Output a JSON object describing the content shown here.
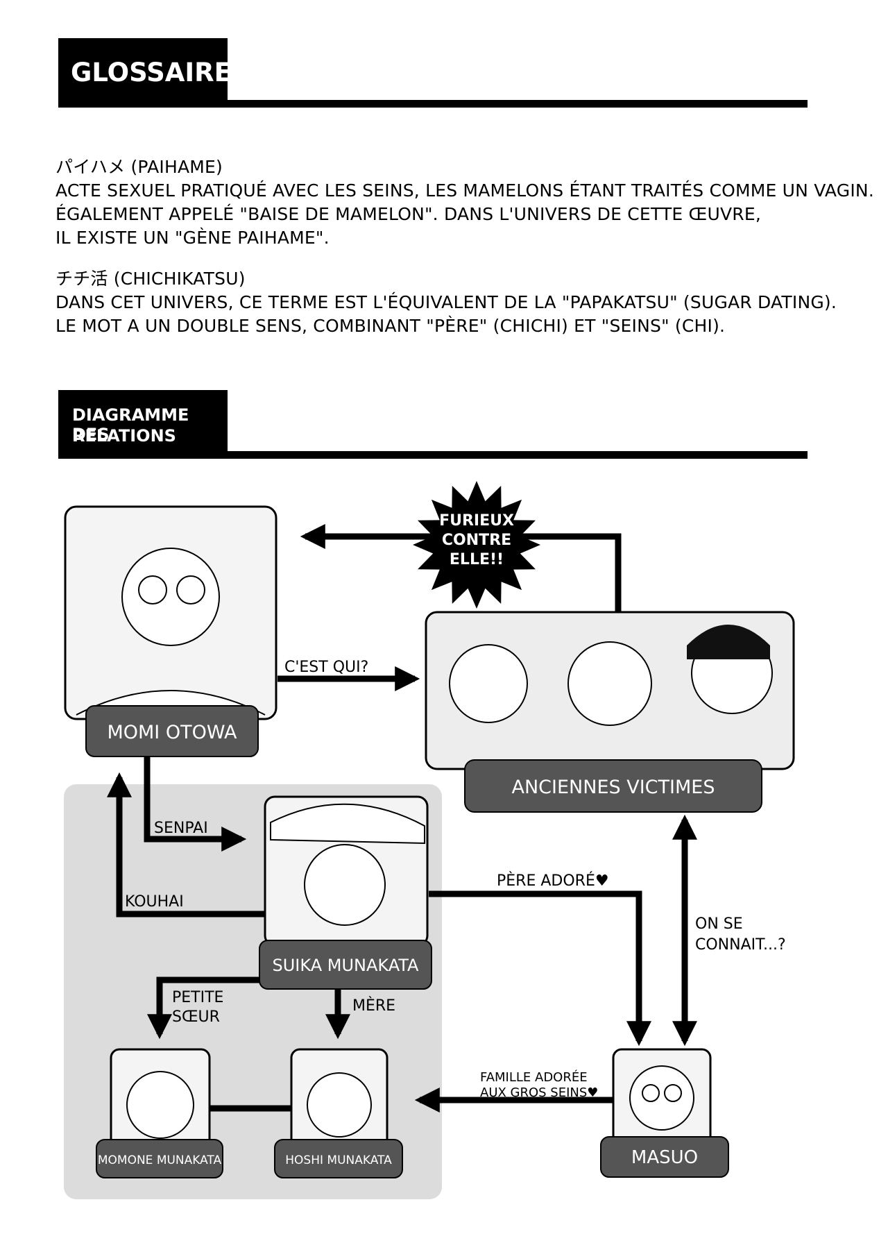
{
  "glossary": {
    "heading": "GLOSSAIRE",
    "entries": [
      {
        "term": "パイハメ (PAIHAME)",
        "lines": [
          "ACTE SEXUEL PRATIQUÉ AVEC LES SEINS, LES MAMELONS ÉTANT TRAITÉS COMME UN VAGIN.",
          "ÉGALEMENT APPELÉ \"BAISE DE MAMELON\". DANS L'UNIVERS DE CETTE ŒUVRE,",
          "IL EXISTE UN \"GÈNE PAIHAME\"."
        ]
      },
      {
        "term": "チチ活 (CHICHIKATSU)",
        "lines": [
          "DANS CET UNIVERS, CE TERME EST L'ÉQUIVALENT DE LA \"PAPAKATSU\" (SUGAR DATING).",
          "LE MOT A UN DOUBLE SENS, COMBINANT \"PÈRE\" (CHICHI) ET \"SEINS\" (CHI)."
        ]
      }
    ]
  },
  "relations": {
    "heading_lines": [
      "DIAGRAMME DES",
      "RELATIONS"
    ],
    "characters": {
      "momi": "MOMI OTOWA",
      "victims": "ANCIENNES VICTIMES",
      "suika": "SUIKA MUNAKATA",
      "momone": "MOMONE MUNAKATA",
      "hoshi": "HOSHI MUNAKATA",
      "masuo": "MASUO"
    },
    "labels": {
      "furieux": [
        "FURIEUX",
        "CONTRE",
        "ELLE!!"
      ],
      "cest_qui": "C'EST QUI?",
      "senpai": "SENPAI",
      "kouhai": "KOUHAI",
      "pere_adore": "PÈRE ADORÉ♥",
      "on_se_connait": [
        "ON SE",
        "CONNAIT...?"
      ],
      "petite_soeur": [
        "PETITE",
        "SŒUR"
      ],
      "mere": "MÈRE",
      "famille": [
        "FAMILLE ADORÉE",
        "AUX GROS SEINS♥"
      ]
    },
    "colors": {
      "name_plate": "#555555",
      "family_panel": "#dcdcdc",
      "ink": "#000000"
    }
  }
}
